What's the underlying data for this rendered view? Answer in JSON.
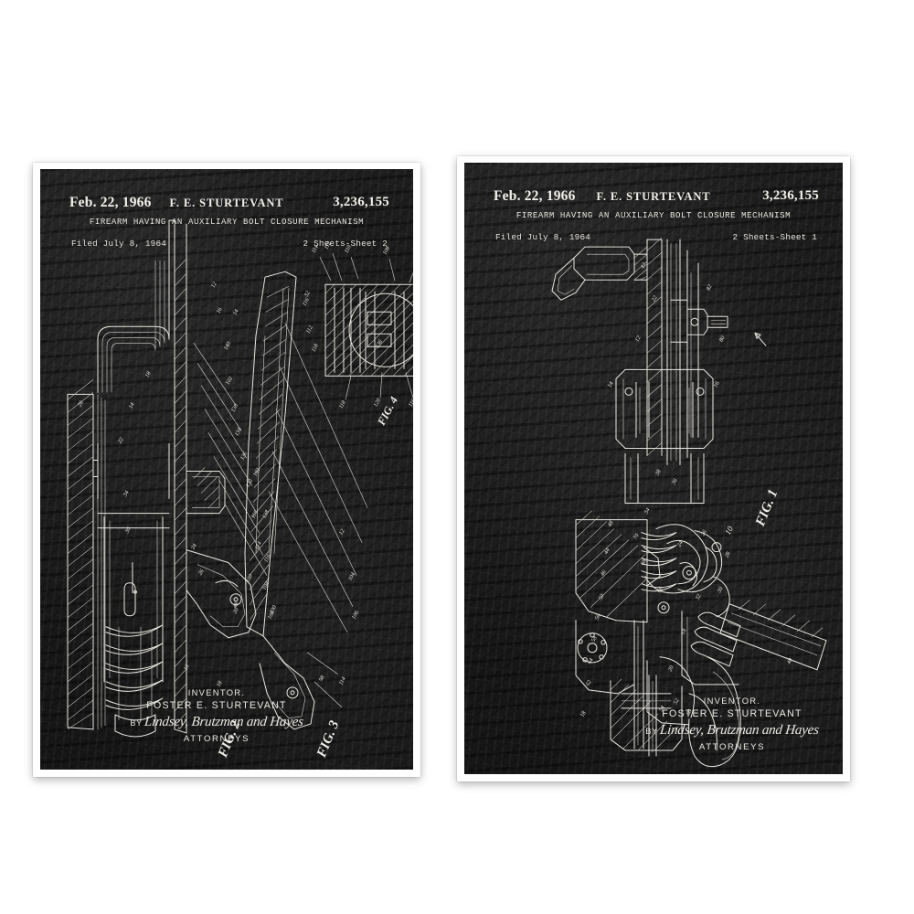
{
  "page": {
    "background_color": "#ffffff",
    "board_color": "#181818",
    "chalk_color": "#e9e7e1"
  },
  "posters": [
    {
      "id": "sheet-2",
      "header": {
        "date": "Feb. 22, 1966",
        "inventor_name": "F. E. STURTEVANT",
        "patent_number": "3,236,155",
        "title": "FIREARM HAVING AN AUXILIARY BOLT CLOSURE MECHANISM",
        "filed": "Filed July 8, 1964",
        "sheet": "2 Sheets-Sheet 2"
      },
      "figures": [
        {
          "label": "FIG. 2"
        },
        {
          "label": "FIG. 3"
        },
        {
          "label": "FIG. 4"
        }
      ],
      "reference_numerals": [
        "10",
        "12",
        "14",
        "16",
        "18",
        "20",
        "22",
        "24",
        "26",
        "28",
        "30",
        "32",
        "34",
        "36",
        "38",
        "40",
        "42",
        "44",
        "46",
        "48",
        "50",
        "52",
        "54",
        "56",
        "58",
        "60",
        "62",
        "64",
        "66",
        "68",
        "70",
        "72",
        "74",
        "76",
        "78",
        "80",
        "82",
        "84",
        "86",
        "88",
        "90",
        "92",
        "94",
        "96",
        "98",
        "100",
        "102",
        "104",
        "106",
        "108",
        "110",
        "112",
        "114",
        "116",
        "118",
        "120"
      ],
      "footer": {
        "inventor_label": "INVENTOR.",
        "inventor_name": "FOSTER E. STURTEVANT",
        "by_label": "BY",
        "signature": "Lindsey, Brutzman and Hayes",
        "attorneys_label": "ATTORNEYS"
      }
    },
    {
      "id": "sheet-1",
      "header": {
        "date": "Feb. 22, 1966",
        "inventor_name": "F. E. STURTEVANT",
        "patent_number": "3,236,155",
        "title": "FIREARM HAVING AN AUXILIARY BOLT CLOSURE MECHANISM",
        "filed": "Filed July 8, 1964",
        "sheet": "2 Sheets-Sheet 1"
      },
      "figures": [
        {
          "label": "FIG. 1",
          "callout": "10"
        }
      ],
      "reference_numerals": [
        "10",
        "12",
        "14",
        "16",
        "18",
        "20",
        "22",
        "24",
        "26",
        "28",
        "30",
        "32",
        "34",
        "36",
        "38",
        "40",
        "42",
        "44",
        "46",
        "48",
        "50",
        "52",
        "54",
        "56",
        "58",
        "60",
        "62",
        "64",
        "66",
        "68",
        "70",
        "72",
        "74",
        "76",
        "78",
        "80",
        "82",
        "84",
        "86",
        "88",
        "90"
      ],
      "footer": {
        "inventor_label": "INVENTOR.",
        "inventor_name": "FOSTER E. STURTEVANT",
        "by_label": "BY",
        "signature": "Lindsey, Brutzman and Hayes",
        "attorneys_label": "ATTORNEYS"
      }
    }
  ]
}
